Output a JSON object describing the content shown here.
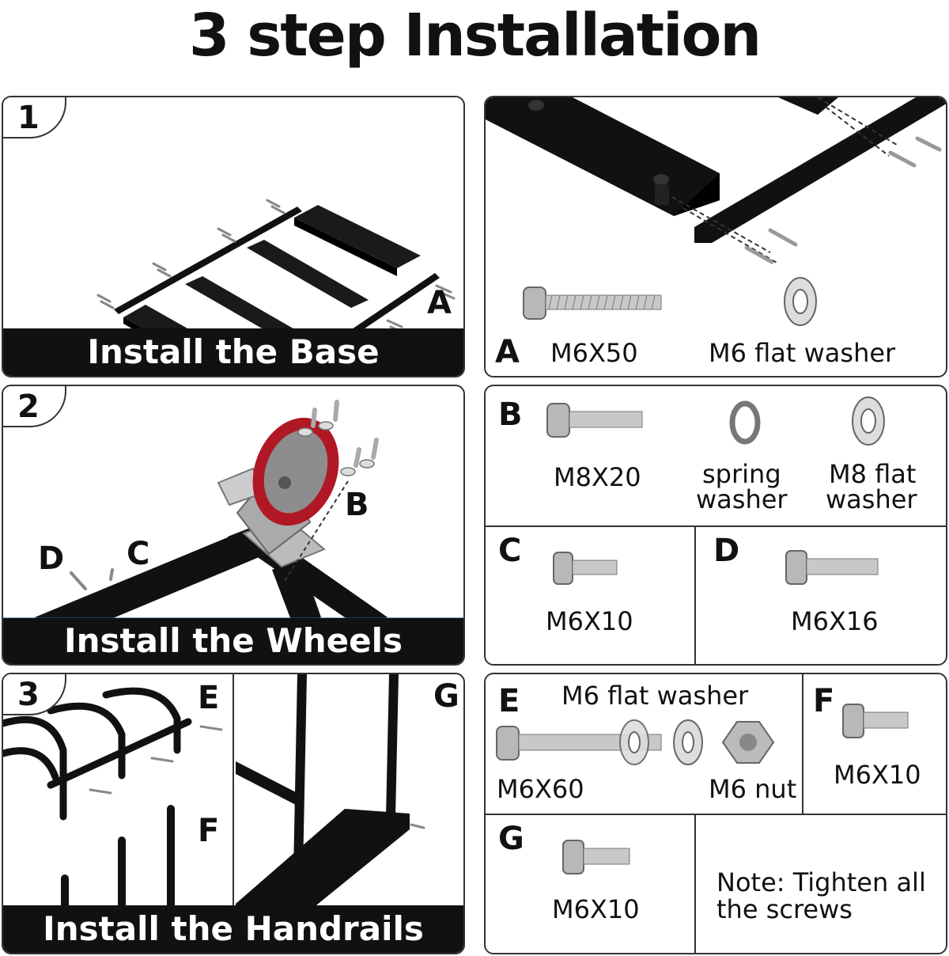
{
  "title": "3 step Installation",
  "steps": [
    {
      "number": "1",
      "banner": "Install the Base",
      "callouts": [
        "A"
      ]
    },
    {
      "number": "2",
      "banner": "Install the Wheels",
      "callouts": [
        "B",
        "C",
        "D"
      ]
    },
    {
      "number": "3",
      "banner": "Install the Handrails",
      "callouts": [
        "E",
        "F",
        "G"
      ]
    }
  ],
  "parts": {
    "A": {
      "letter": "A",
      "bolt": "M6X50",
      "washer": "M6 flat washer"
    },
    "B": {
      "letter": "B",
      "bolt": "M8X20",
      "spring_washer_line1": "spring",
      "spring_washer_line2": "washer",
      "flat_washer_line1": "M8 flat",
      "flat_washer_line2": "washer"
    },
    "C": {
      "letter": "C",
      "bolt": "M6X10"
    },
    "D": {
      "letter": "D",
      "bolt": "M6X16"
    },
    "E": {
      "letter": "E",
      "washer": "M6 flat washer",
      "bolt": "M6X60",
      "nut": "M6 nut"
    },
    "F": {
      "letter": "F",
      "bolt": "M6X10"
    },
    "G": {
      "letter": "G",
      "bolt": "M6X10"
    }
  },
  "note": {
    "line1": "Note: Tighten all",
    "line2": "the screws"
  },
  "colors": {
    "frame": "#111111",
    "wheel": "#b01825",
    "metal": "#c8c8c8"
  }
}
